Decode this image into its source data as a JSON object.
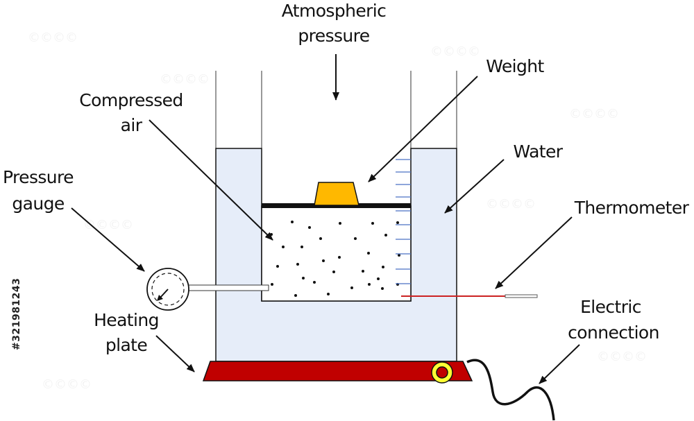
{
  "labels": {
    "atmospheric_line1": "Atmospheric",
    "atmospheric_line2": "pressure",
    "weight": "Weight",
    "compressed_line1": "Compressed",
    "compressed_line2": "air",
    "water": "Water",
    "pressure_gauge_line1": "Pressure",
    "pressure_gauge_line2": "gauge",
    "thermometer": "Thermometer",
    "heating_plate_line1": "Heating",
    "heating_plate_line2": "plate",
    "electric_line1": "Electric",
    "electric_line2": "connection"
  },
  "stock_id": "#321981243",
  "colors": {
    "water": "#e6edf9",
    "weight": "#ffb800",
    "heating_plate": "#c00000",
    "connector_ring": "#ffff33",
    "thermometer_line": "#cc2222",
    "scale_ticks": "#4a72c4",
    "outline": "#111111"
  },
  "icons": {
    "pressure_gauge": "dial-gauge-icon",
    "electric_connector": "power-connector-icon"
  }
}
